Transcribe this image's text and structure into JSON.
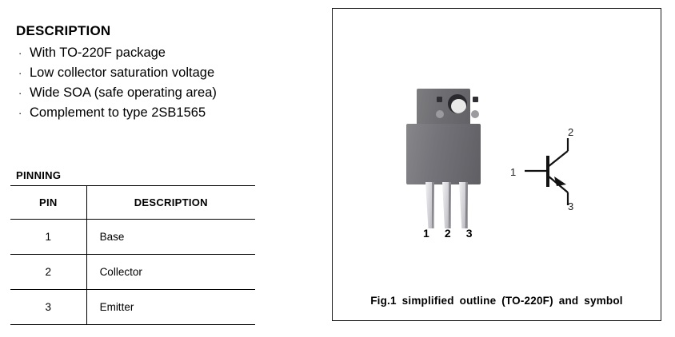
{
  "description": {
    "heading": "DESCRIPTION",
    "bullet_char": "·",
    "items": [
      "With TO-220F package",
      "Low collector saturation voltage",
      "Wide SOA (safe operating area)",
      "Complement to type 2SB1565"
    ]
  },
  "pinning": {
    "title": "PINNING",
    "columns": [
      "PIN",
      "DESCRIPTION"
    ],
    "rows": [
      {
        "pin": "1",
        "description": "Base"
      },
      {
        "pin": "2",
        "description": "Collector"
      },
      {
        "pin": "3",
        "description": "Emitter"
      }
    ]
  },
  "figure": {
    "caption": "Fig.1  simplified  outline  (TO-220F)  and  symbol",
    "package": {
      "lead_labels": [
        "1",
        "2",
        "3"
      ],
      "body_color": "#74747a",
      "tab_color": "#6e6e72",
      "lead_color": "#cfcfd4",
      "hole_color": "#2a2a2e"
    },
    "symbol": {
      "type": "npn-transistor",
      "terminal_labels": {
        "base": "1",
        "collector": "2",
        "emitter": "3"
      },
      "line_color": "#111111"
    }
  }
}
